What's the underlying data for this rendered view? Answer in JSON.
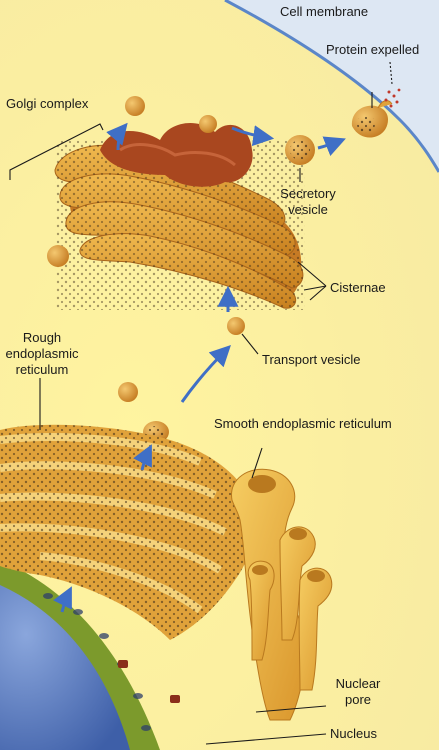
{
  "labels": {
    "cell_membrane": "Cell membrane",
    "protein_expelled": "Protein expelled",
    "golgi_complex": "Golgi complex",
    "secretory_vesicle_1": "Secretory",
    "secretory_vesicle_2": "vesicle",
    "cisternae": "Cisternae",
    "rough_er_1": "Rough",
    "rough_er_2": "endoplasmic",
    "rough_er_3": "reticulum",
    "transport_vesicle": "Transport vesicle",
    "smooth_er": "Smooth endoplasmic reticulum",
    "nuclear_pore_1": "Nuclear",
    "nuclear_pore_2": "pore",
    "nucleus": "Nucleus"
  },
  "colors": {
    "cytoplasm": "#fdf3a6",
    "extracellular": "#dbe6f3",
    "membrane": "#5b86c8",
    "organelle": "#e0a23a",
    "organelle_light": "#f3c766",
    "golgi_top": "#a9471f",
    "nucleus": "#5f7fc0",
    "nuclear_envelope": "#7c9a2c",
    "arrow": "#3f6fc6"
  }
}
